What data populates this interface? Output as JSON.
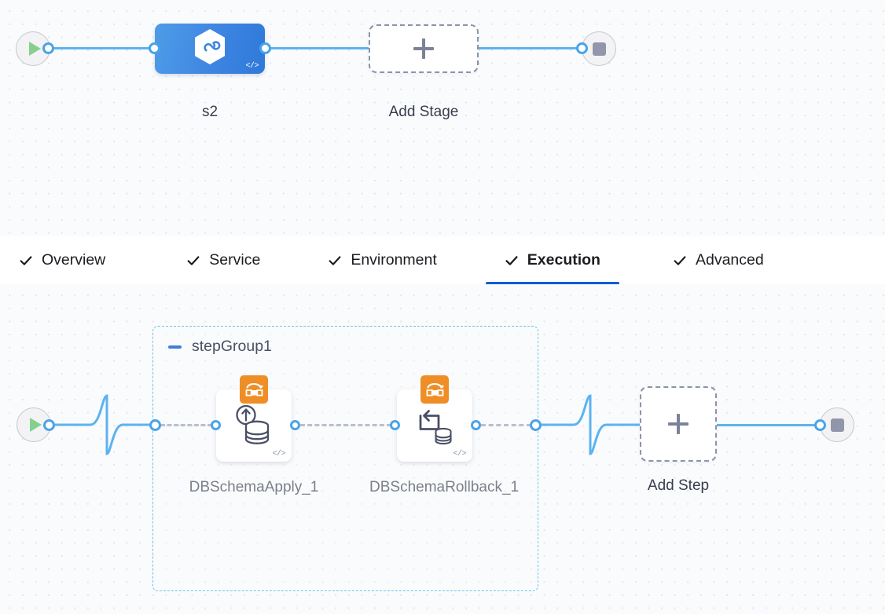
{
  "top_canvas": {
    "start_node": {
      "icon": "play-icon"
    },
    "end_node": {
      "icon": "stop-icon"
    },
    "stage": {
      "label": "s2",
      "icon": "harness-hexagon-icon",
      "code_glyph": "</>"
    },
    "add_stage": {
      "label": "Add Stage",
      "icon": "plus-icon"
    }
  },
  "tabs": {
    "items": [
      {
        "label": "Overview",
        "icon": "check-icon",
        "active": false
      },
      {
        "label": "Service",
        "icon": "check-icon",
        "active": false
      },
      {
        "label": "Environment",
        "icon": "check-icon",
        "active": false
      },
      {
        "label": "Execution",
        "icon": "check-icon",
        "active": true
      },
      {
        "label": "Advanced",
        "icon": "check-icon",
        "active": false
      }
    ]
  },
  "bottom_canvas": {
    "start_node": {
      "icon": "play-icon"
    },
    "end_node": {
      "icon": "stop-icon"
    },
    "step_group": {
      "title": "stepGroup1",
      "collapse_icon": "minus-icon",
      "steps": [
        {
          "label": "DBSchemaApply_1",
          "badge_icon": "db-schema-badge-icon",
          "glyph_icon": "database-apply-icon",
          "code_glyph": "</>"
        },
        {
          "label": "DBSchemaRollback_1",
          "badge_icon": "db-schema-badge-icon",
          "glyph_icon": "database-rollback-icon",
          "code_glyph": "</>"
        }
      ]
    },
    "add_step": {
      "label": "Add Step",
      "icon": "plus-icon"
    }
  },
  "colors": {
    "accent_blue": "#0b5cd8",
    "edge_blue": "#5cb3ef",
    "stage_blue": "#3f86e2",
    "badge_orange": "#ef8e27",
    "group_border": "#6fc4ec",
    "play_green": "#86d08e",
    "stop_grey": "#9296ab"
  }
}
